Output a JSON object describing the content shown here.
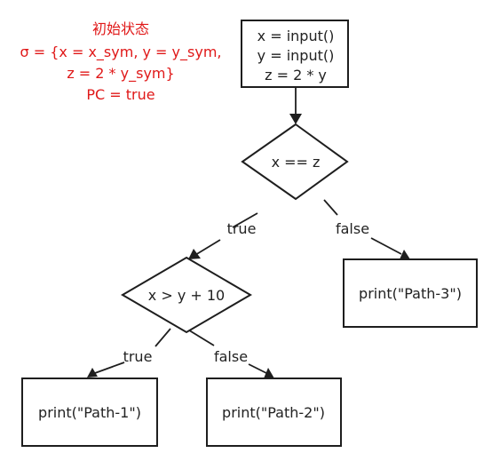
{
  "initial_state": {
    "lines": [
      "初始状态",
      "σ = {x = x_sym, y = y_sym,",
      "z = 2 * y_sym}",
      "PC = true"
    ]
  },
  "nodes": {
    "input_block": {
      "lines": [
        "x = input()",
        "y = input()",
        "z = 2 * y"
      ]
    },
    "decision_1": {
      "text": "x == z"
    },
    "decision_2": {
      "text": "x > y + 10"
    },
    "path_1": {
      "text": "print(\"Path-1\")"
    },
    "path_2": {
      "text": "print(\"Path-2\")"
    },
    "path_3": {
      "text": "print(\"Path-3\")"
    }
  },
  "edges": {
    "d1_true": "true",
    "d1_false": "false",
    "d2_true": "true",
    "d2_false": "false"
  },
  "colors": {
    "state_text": "#e01818",
    "stroke": "#1e1e1e"
  }
}
